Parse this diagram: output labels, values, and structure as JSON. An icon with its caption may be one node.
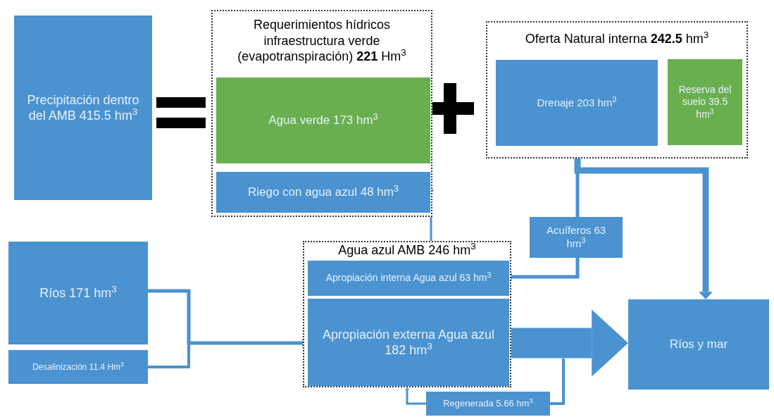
{
  "diagram": {
    "nodes": [
      {
        "text": [
          "Precipitación dentro del AMB 415.5 hm$^{3}$"
        ]
      },
      {
        "text": [
          "Requerimientos hídricos infraestructura verde (evapotranspiración) **221** Hm$^{3}$"
        ]
      },
      {
        "text": [
          "Agua verde 173 hm$^{3}$"
        ],
        "in": 1
      },
      {
        "text": [
          "Riego con agua azul 48 hm$^{3}$"
        ],
        "in": 1
      },
      {
        "text": [
          "Oferta Natural interna **242.5** hm$^{3}$"
        ]
      },
      {
        "text": [
          "Drenaje 203 hm$^{3}$"
        ],
        "in": 4
      },
      {
        "text": [
          "Reserva del suelo 39.5 hm$^{3}$"
        ],
        "in": 4
      },
      {
        "text": [
          "Acuíferos 63 hm$^{3}$"
        ]
      },
      {
        "text": [
          "Ríos 171 hm$^{3}$"
        ]
      },
      {
        "text": [
          "Desalinización 11.4 Hm$^{3}$"
        ]
      },
      {
        "text": [
          "Agua azul AMB 246 hm$^{3}$"
        ]
      },
      {
        "text": [
          "Apropiación interna Agua azul 63 hm$^{3}$"
        ],
        "in": 10
      },
      {
        "text": [
          "Apropiación externa Agua azul 182 hm$^{3}$"
        ],
        "in": 10
      },
      {
        "text": [
          "Regenerada 5.66 hm$^{3}$"
        ]
      },
      {
        "text": [
          "Ríos y mar"
        ]
      }
    ],
    "edges": [
      {
        "from": 5,
        "to": 7,
        "arrow": "none"
      },
      {
        "from": 5,
        "to": 14,
        "arrow": "to",
        "style": "thick"
      },
      {
        "from": 7,
        "to": 11,
        "arrow": "to"
      },
      {
        "from": 10,
        "to": 3,
        "arrow": "to"
      },
      {
        "from": 8,
        "to": 12,
        "arrow": "to"
      },
      {
        "from": 9,
        "to": 12,
        "arrow": "to"
      },
      {
        "from": 12,
        "to": 14,
        "arrow": "to",
        "style": "thick"
      },
      {
        "from": null,
        "to": 13,
        "arrow": "none"
      },
      {
        "from": 13,
        "to": 10,
        "arrow": "to"
      }
    ]
  }
}
